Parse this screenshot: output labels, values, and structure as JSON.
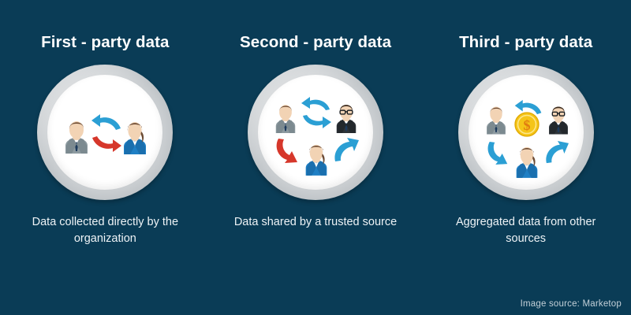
{
  "background_color": "#0a3c56",
  "columns": [
    {
      "title": "First - party data",
      "caption": "Data collected directly by the organization",
      "icons": [
        "man-gray-suit-icon",
        "blue-curved-arrow-left-icon",
        "red-curved-arrow-right-icon",
        "woman-blue-blazer-icon"
      ]
    },
    {
      "title": "Second - party data",
      "caption": "Data shared by a trusted source",
      "icons": [
        "man-gray-suit-icon",
        "blue-sync-arrows-icon",
        "man-glasses-black-suit-icon",
        "red-curved-arrow-down-icon",
        "woman-blue-blazer-icon",
        "blue-curved-arrow-up-icon"
      ]
    },
    {
      "title": "Third - party data",
      "caption": "Aggregated data from other sources",
      "icons": [
        "blue-curved-arrow-left-icon",
        "gold-dollar-coin-icon",
        "man-gray-suit-icon",
        "man-glasses-black-suit-icon",
        "blue-curved-arrow-down-icon",
        "woman-blue-blazer-icon",
        "blue-curved-arrow-up-icon"
      ]
    }
  ],
  "footer": {
    "source_text": "Image source: Marketop"
  },
  "palette": {
    "background": "#0a3c56",
    "circle_ring": "#c9cdd0",
    "circle_face": "#ffffff",
    "title_text": "#ffffff",
    "caption_text": "#eef3f6",
    "arrow_blue": "#2b9fd4",
    "arrow_red": "#d6372b",
    "coin_gold": "#f5c518",
    "suit_gray": "#8d9aa0",
    "suit_black": "#2d3338",
    "blazer_blue": "#1f7fc4",
    "skin": "#f2d3b4",
    "hair_brown": "#6b4a33"
  }
}
